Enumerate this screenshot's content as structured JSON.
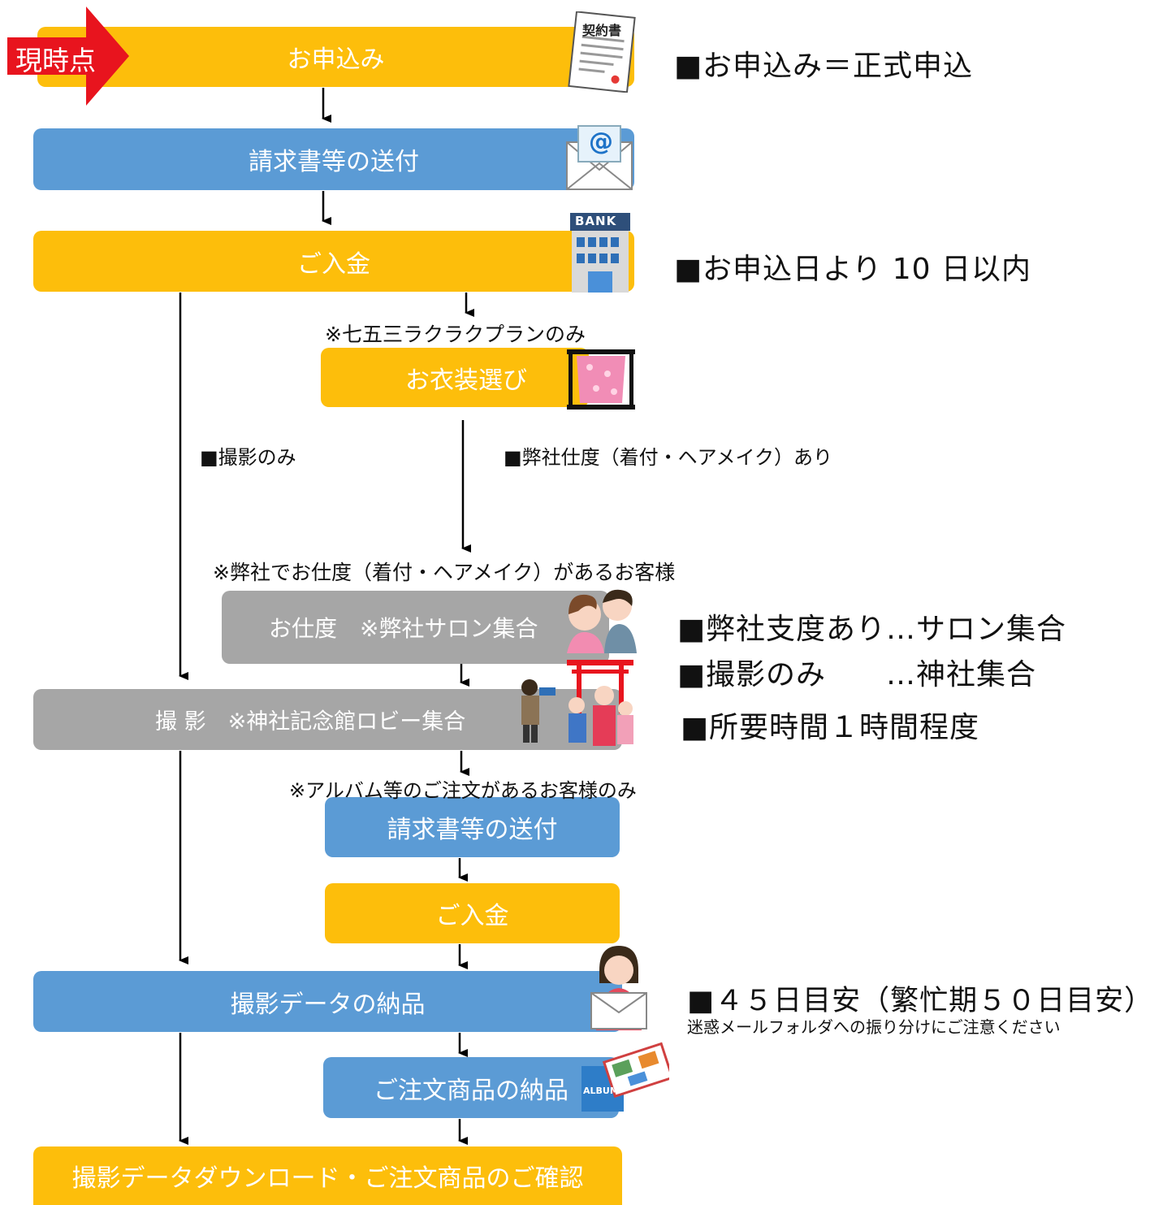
{
  "current_badge": "現時点",
  "steps": {
    "apply": "お申込み",
    "invoice1": "請求書等の送付",
    "payment1": "ご入金",
    "costume": "お衣装選び",
    "prep": "お仕度　※弊社サロン集合",
    "shoot": "撮 影　※神社記念館ロビー集合",
    "invoice2": "請求書等の送付",
    "payment2": "ご入金",
    "data_delivery": "撮影データの納品",
    "goods_delivery": "ご注文商品の納品",
    "final": "撮影データダウンロード・ご注文商品のご確認"
  },
  "notes": {
    "plan_only": "※七五三ラクラクプランのみ",
    "shoot_only": "■撮影のみ",
    "with_prep": "■弊社仕度（着付・ヘアメイク）あり",
    "prep_customers": "※弊社でお仕度（着付・ヘアメイク）があるお客様",
    "album_customers": "※アルバム等のご注文があるお客様のみ"
  },
  "right_notes": {
    "apply": "■お申込み＝正式申込",
    "payment": "■お申込日より 10 日以内",
    "salon": "■弊社支度あり…サロン集合",
    "shrine": "■撮影のみ　　…神社集合",
    "duration": "■所要時間１時間程度",
    "delivery": "■４５日目安（繁忙期５０日目安）",
    "spam": "迷惑メールフォルダへの振り分けにご注意ください"
  },
  "icon_text": {
    "contract": "契約書",
    "bank": "BANK",
    "mail_at": "@",
    "album": "ALBUM"
  },
  "colors": {
    "yellow": "#FDBE0B",
    "blue": "#5B9BD5",
    "gray": "#A6A6A6",
    "badge_red": "#E8141E"
  }
}
